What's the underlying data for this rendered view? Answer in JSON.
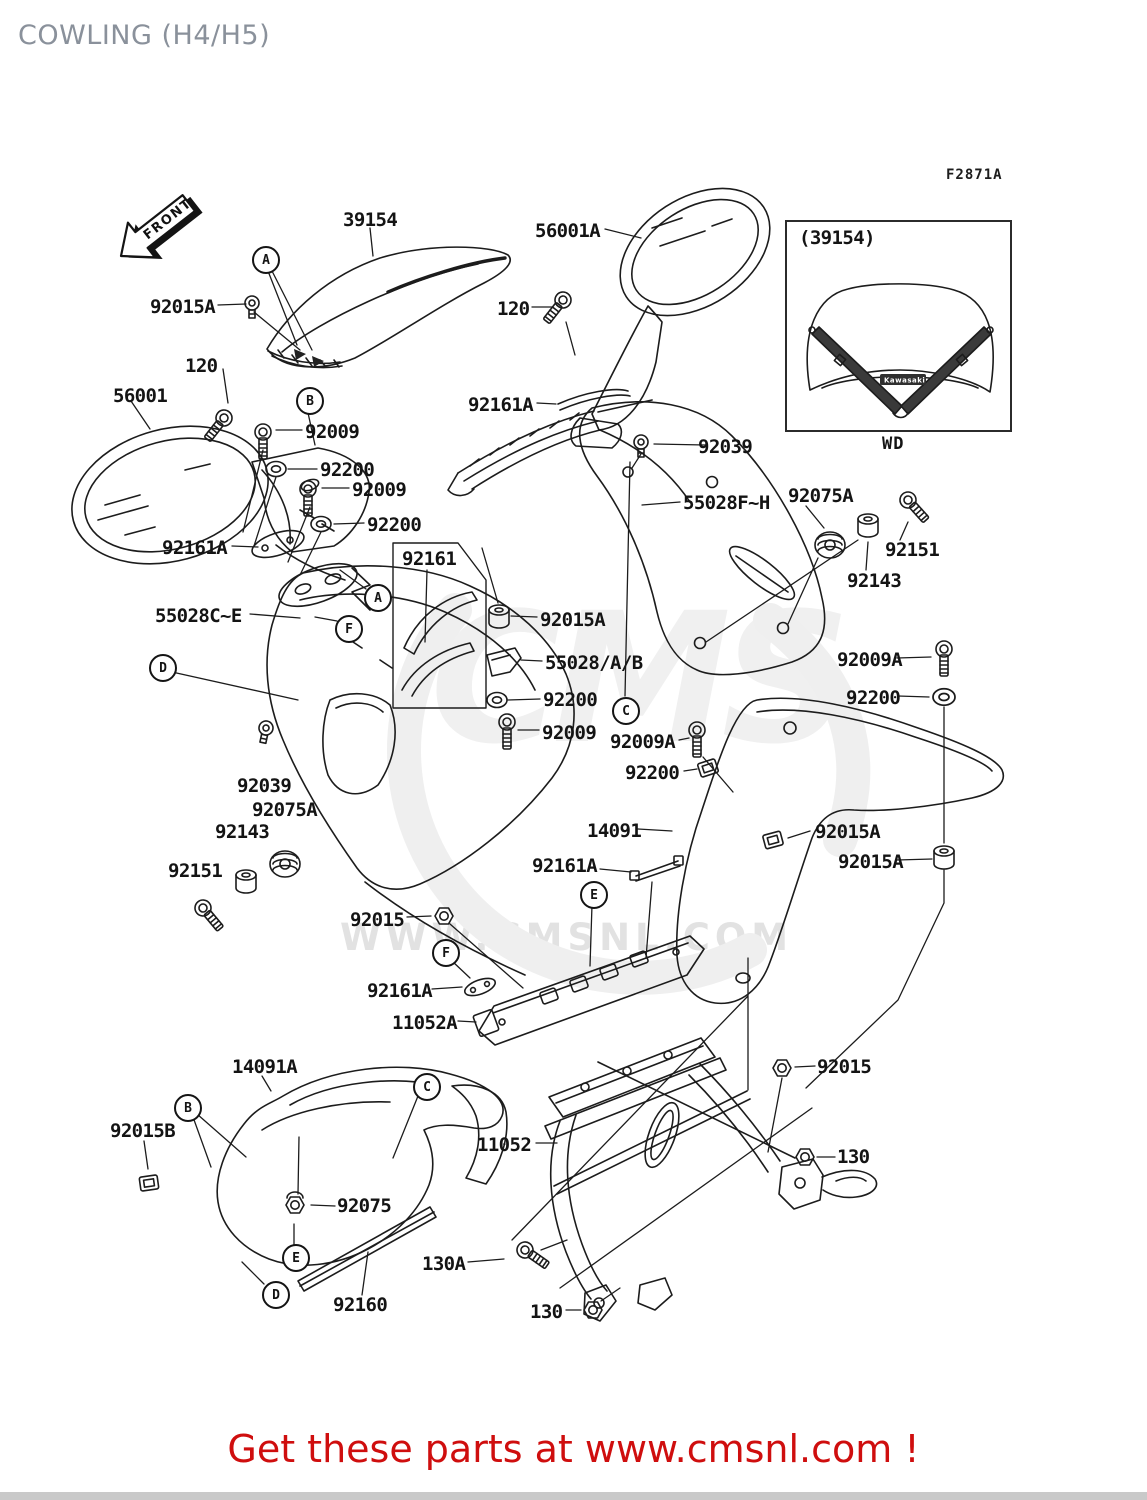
{
  "header": {
    "title": "COWLING (H4/H5)"
  },
  "figure": {
    "code": "F2871A",
    "front_marker": "FRONT"
  },
  "inset": {
    "part_number": "(39154)",
    "view_label": "WD",
    "logo_text": "Kawasaki"
  },
  "watermark": {
    "logo": "CMS",
    "url": "WWW.CMSNL.COM"
  },
  "footer": {
    "banner": "Get these parts at www.cmsnl.com !"
  },
  "parts": [
    "39154",
    "56001A",
    "120",
    "92015A",
    "56001",
    "120",
    "92161A",
    "92009",
    "92200",
    "92009",
    "92200",
    "92039",
    "55028F~H",
    "92075A",
    "92151",
    "92143",
    "92161A",
    "92161",
    "55028C~E",
    "92015A",
    "55028/A/B",
    "92009A",
    "92200",
    "92200",
    "92009",
    "92009A",
    "92200",
    "92039",
    "92075A",
    "92143",
    "92151",
    "14091",
    "92015A",
    "92015A",
    "92161A",
    "92015",
    "92161A",
    "11052A",
    "14091A",
    "92015B",
    "11052",
    "92015",
    "130",
    "92075",
    "130A",
    "92160",
    "130"
  ],
  "callouts": [
    "A",
    "B",
    "A",
    "F",
    "D",
    "C",
    "E",
    "F",
    "C",
    "B",
    "E",
    "D"
  ]
}
